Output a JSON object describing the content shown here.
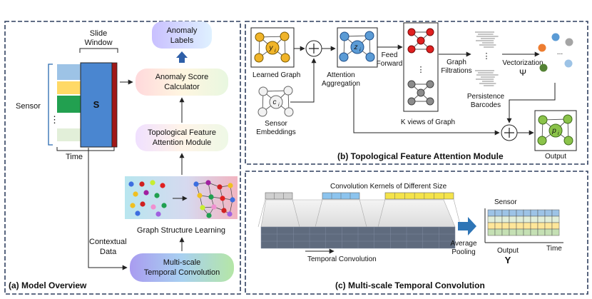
{
  "panel_a": {
    "caption": "(a) Model Overview",
    "slide_window_line1": "Slide",
    "slide_window_line2": "Window",
    "sensor_label": "Sensor",
    "time_label": "Time",
    "s_label": "S",
    "ellipsis": "⋮",
    "anomaly_labels_line1": "Anomaly",
    "anomaly_labels_line2": "Labels",
    "anomaly_score_line1": "Anomaly Score",
    "anomaly_score_line2": "Calculator",
    "topo_module_line1": "Topological Feature",
    "topo_module_line2": "Attention Module",
    "graph_structure_learning": "Graph Structure Learning",
    "contextual_line1": "Contextual",
    "contextual_line2": "Data",
    "multiscale_line1": "Multi-scale",
    "multiscale_line2": "Temporal Convolution"
  },
  "panel_b": {
    "caption": "(b) Topological Feature Attention Module",
    "learned_graph": "Learned Graph",
    "node_y": "y",
    "node_y_sub": "i",
    "node_z": "z",
    "node_z_sub": "i",
    "node_c": "c",
    "node_c_sub": "i",
    "node_p": "p",
    "node_p_sub": "i",
    "attention_line1": "Attention",
    "attention_line2": "Aggregation",
    "sensor_emb_line1": "Sensor",
    "sensor_emb_line2": "Embeddings",
    "feed_line1": "Feed",
    "feed_line2": "Forward",
    "k_views": "K views of Graph",
    "graph_filt_line1": "Graph",
    "graph_filt_line2": "Filtrations",
    "vectorization": "Vectorization",
    "psi": "Ψ",
    "persistence_line1": "Persistence",
    "persistence_line2": "Barcodes",
    "output": "Output",
    "dots_v": "⋮",
    "dots_h": "..."
  },
  "panel_c": {
    "caption": "(c) Multi-scale Temporal Convolution",
    "kernels": "Convolution Kernels  of Different Size",
    "temporal_conv": "Temporal Convolution",
    "avg_line1": "Average",
    "avg_line2": "Pooling",
    "sensor": "Sensor",
    "time": "Time",
    "output": "Output",
    "y_symbol": "Y"
  },
  "colors": {
    "dash_border": "#2f3f5f",
    "s_block": "#4a86d0",
    "dark_red": "#a01818",
    "node_orange": "#f0b429",
    "node_blue": "#5b9bd5",
    "node_red": "#e02020",
    "node_green": "#8bc34a"
  }
}
